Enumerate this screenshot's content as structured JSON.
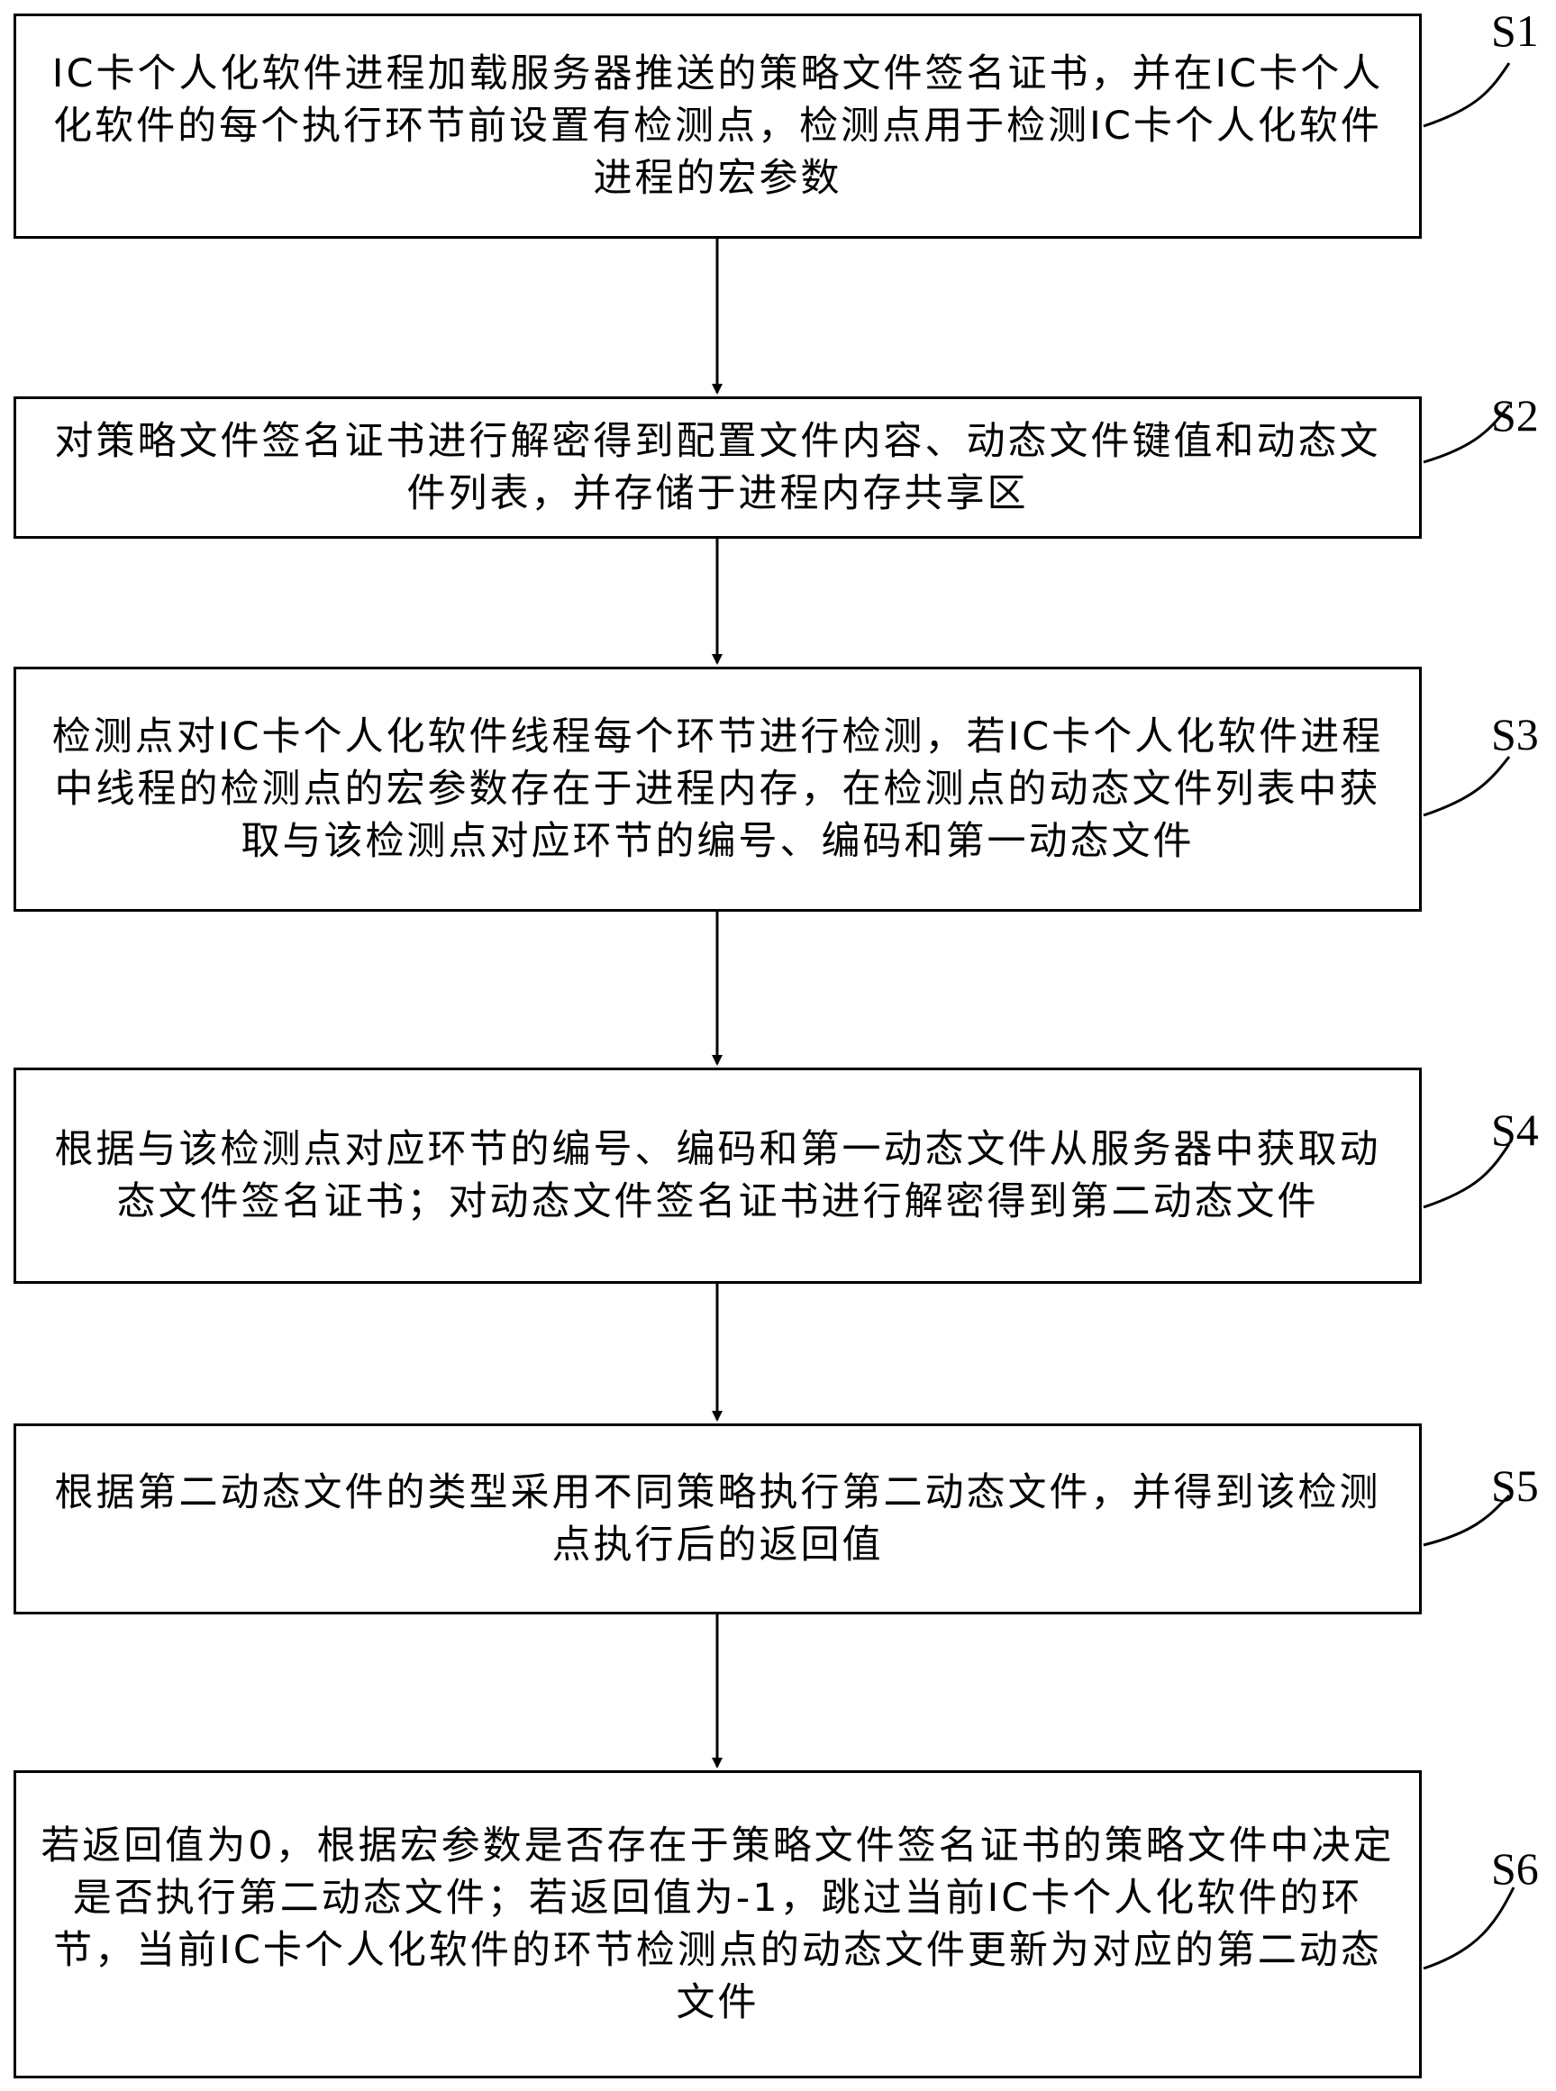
{
  "steps": [
    {
      "label": "S1",
      "text": "IC卡个人化软件进程加载服务器推送的策略文件签名证书，并在IC卡个人化软件的每个执行环节前设置有检测点，检测点用于检测IC卡个人化软件进程的宏参数"
    },
    {
      "label": "S2",
      "text": "对策略文件签名证书进行解密得到配置文件内容、动态文件键值和动态文件列表，并存储于进程内存共享区"
    },
    {
      "label": "S3",
      "text": "检测点对IC卡个人化软件线程每个环节进行检测，若IC卡个人化软件进程中线程的检测点的宏参数存在于进程内存，在检测点的动态文件列表中获取与该检测点对应环节的编号、编码和第一动态文件"
    },
    {
      "label": "S4",
      "text": "根据与该检测点对应环节的编号、编码和第一动态文件从服务器中获取动态文件签名证书；对动态文件签名证书进行解密得到第二动态文件"
    },
    {
      "label": "S5",
      "text": "根据第二动态文件的类型采用不同策略执行第二动态文件，并得到该检测点执行后的返回值"
    },
    {
      "label": "S6",
      "text": "若返回值为0，根据宏参数是否存在于策略文件签名证书的策略文件中决定是否执行第二动态文件；若返回值为-1，跳过当前IC卡个人化软件的环节，当前IC卡个人化软件的环节检测点的动态文件更新为对应的第二动态文件"
    }
  ]
}
